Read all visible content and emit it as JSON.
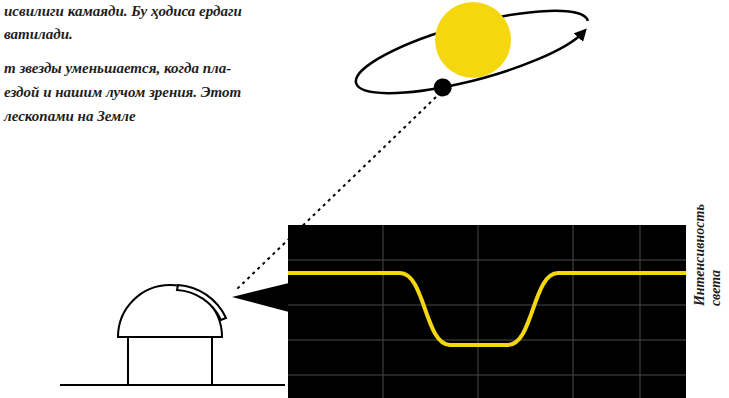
{
  "diagram": {
    "labels": [
      "исвилиги камаяди. Бу ҳодиса ердаги",
      "ватилади.",
      "т звезды уменьшается, когда пла-",
      "ездой и нашим лучом зрения. Этот",
      "лескопами на Земле",
      "Интенсивность света"
    ]
  }
}
